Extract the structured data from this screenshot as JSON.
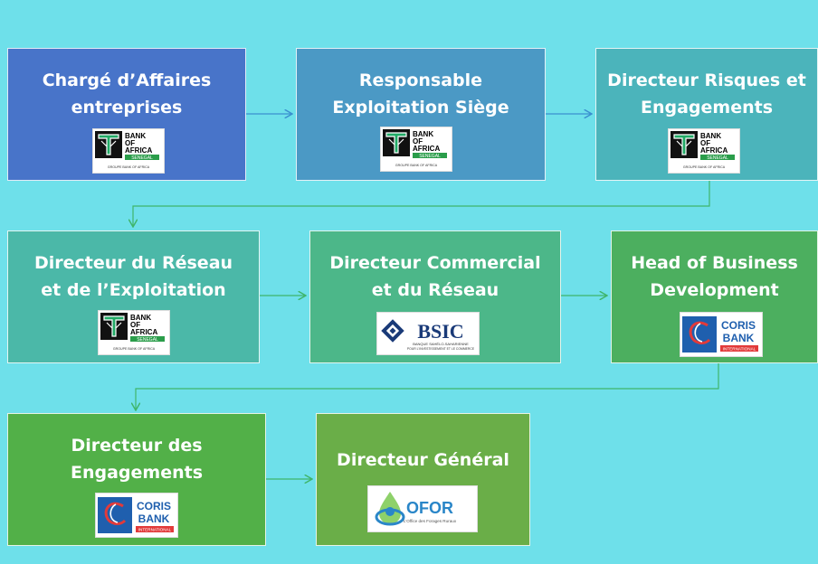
{
  "boxes": [
    {
      "title": "Chargé d’Affaires\nentreprises",
      "color": "#4874c9",
      "logo": "Bank of Africa",
      "logo_lines": [
        "BANK",
        "OF",
        "AFRICA"
      ],
      "logo_sub": "SENEGAL",
      "logo_foot": "GROUPE BANK OF AFRICA"
    },
    {
      "title": "Responsable\nExploitation Siège",
      "color": "#4b99c5",
      "logo": "Bank of Africa",
      "logo_lines": [
        "BANK",
        "OF",
        "AFRICA"
      ],
      "logo_sub": "SENEGAL",
      "logo_foot": "GROUPE BANK OF AFRICA"
    },
    {
      "title": "Directeur Risques et\nEngagements",
      "color": "#4bb4bb",
      "logo": "Bank of Africa",
      "logo_lines": [
        "BANK",
        "OF",
        "AFRICA"
      ],
      "logo_sub": "SENEGAL",
      "logo_foot": "GROUPE BANK OF AFRICA"
    },
    {
      "title": "Directeur du Réseau\net de l’Exploitation",
      "color": "#4bb8a8",
      "logo": "Bank of Africa",
      "logo_lines": [
        "BANK",
        "OF",
        "AFRICA"
      ],
      "logo_sub": "SENEGAL",
      "logo_foot": "GROUPE BANK OF AFRICA"
    },
    {
      "title": "Directeur Commercial\net du Réseau",
      "color": "#4cb789",
      "logo": "BSIC",
      "logo_lines": [
        "BSIC"
      ],
      "logo_sub": "BANQUE SAHÉLO-SAHARIENNE",
      "logo_foot": "POUR L'INVESTISSEMENT ET LE COMMERCE"
    },
    {
      "title": "Head of Business\nDevelopment",
      "color": "#4caf5f",
      "logo": "Coris Bank",
      "logo_lines": [
        "CORIS",
        "BANK"
      ],
      "logo_sub": "INTERNATIONAL",
      "logo_foot": ""
    },
    {
      "title": "Directeur des\nEngagements",
      "color": "#52b048",
      "logo": "Coris Bank",
      "logo_lines": [
        "CORIS",
        "BANK"
      ],
      "logo_sub": "INTERNATIONAL",
      "logo_foot": ""
    },
    {
      "title": "Directeur Général",
      "color": "#6aae48",
      "logo": "OFOR",
      "logo_lines": [
        "OFOR"
      ],
      "logo_sub": "L'Office des Forages Ruraux",
      "logo_foot": ""
    }
  ],
  "colors": {
    "background": "#6ee0ea",
    "arrow": "#3a8fcf",
    "arrow_green": "#3fb56a"
  }
}
